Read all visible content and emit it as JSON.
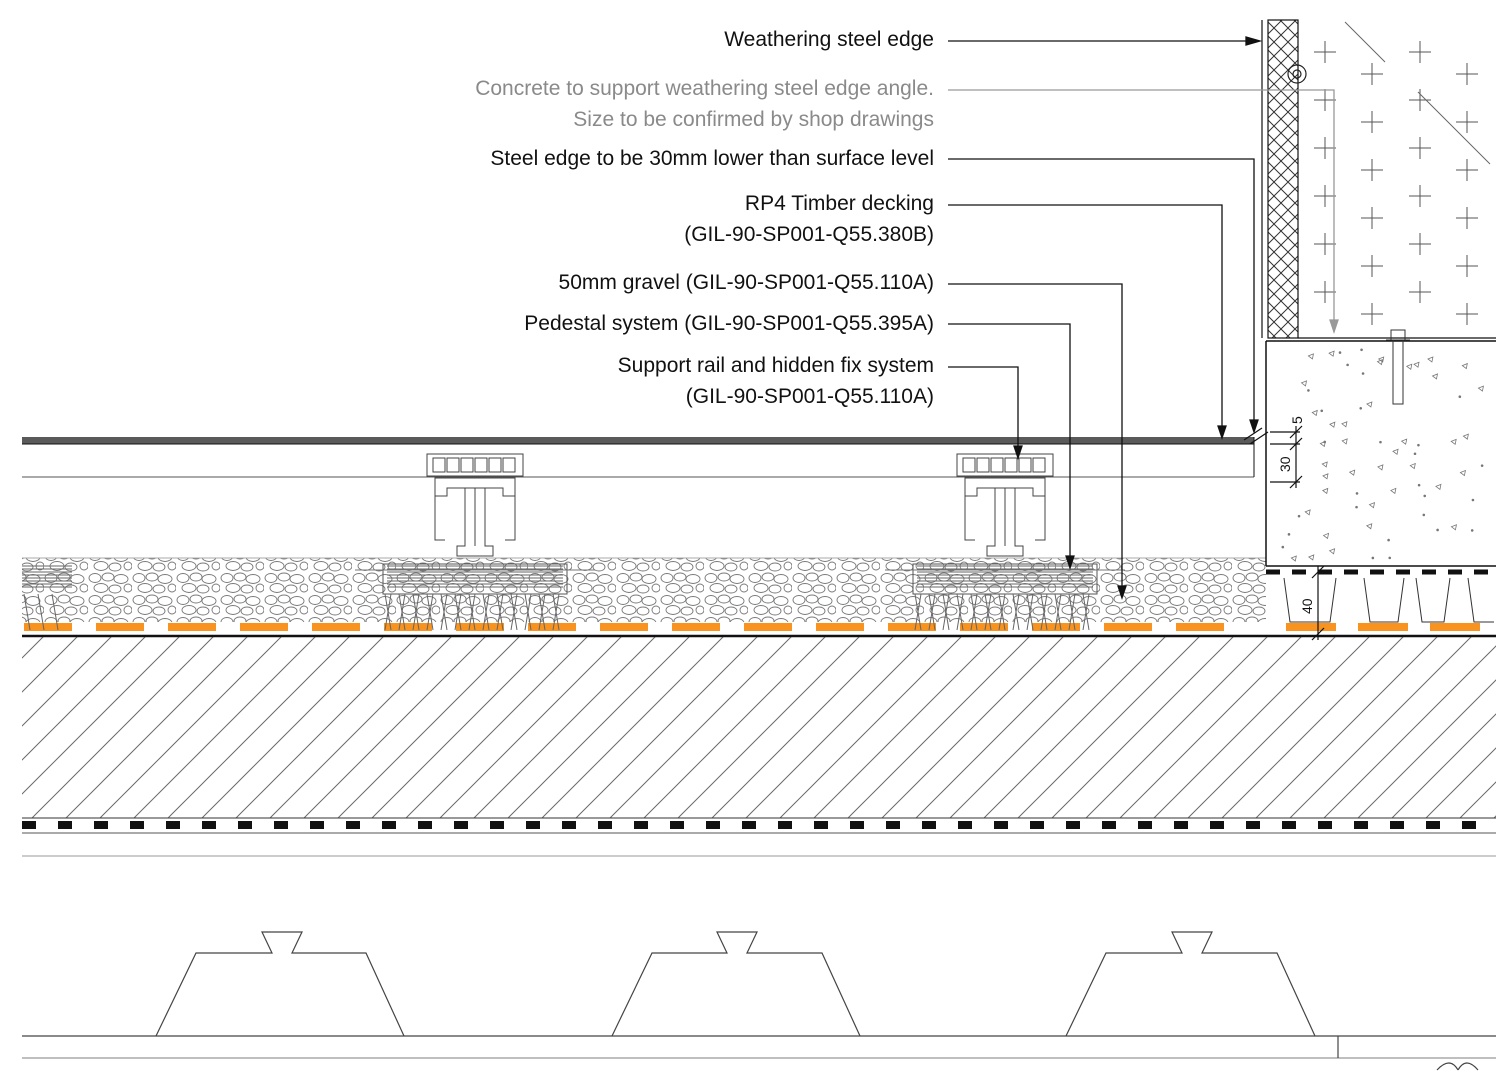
{
  "annotations": [
    {
      "id": "weathering-steel-edge",
      "lines": [
        "Weathering steel edge"
      ],
      "tone": "dark"
    },
    {
      "id": "concrete-support",
      "lines": [
        "Concrete to support weathering steel edge angle.",
        "Size to be confirmed by shop drawings"
      ],
      "tone": "grey"
    },
    {
      "id": "steel-edge-lower",
      "lines": [
        "Steel edge to be 30mm lower than surface level"
      ],
      "tone": "dark"
    },
    {
      "id": "timber-decking",
      "lines": [
        "RP4 Timber decking",
        "(GIL-90-SP001-Q55.380B)"
      ],
      "tone": "dark"
    },
    {
      "id": "gravel",
      "lines": [
        "50mm gravel (GIL-90-SP001-Q55.110A)"
      ],
      "tone": "dark"
    },
    {
      "id": "pedestal-system",
      "lines": [
        "Pedestal system (GIL-90-SP001-Q55.395A)"
      ],
      "tone": "dark"
    },
    {
      "id": "support-rail",
      "lines": [
        "Support rail and hidden fix system",
        "(GIL-90-SP001-Q55.110A)"
      ],
      "tone": "dark"
    }
  ],
  "dimensions": {
    "gap": "5",
    "edge_drop": "30",
    "drainage": "40"
  },
  "colors": {
    "line": "#111111",
    "grey_text": "#8a8a8a",
    "membrane": "#f7931e",
    "hatch": "#555555"
  }
}
